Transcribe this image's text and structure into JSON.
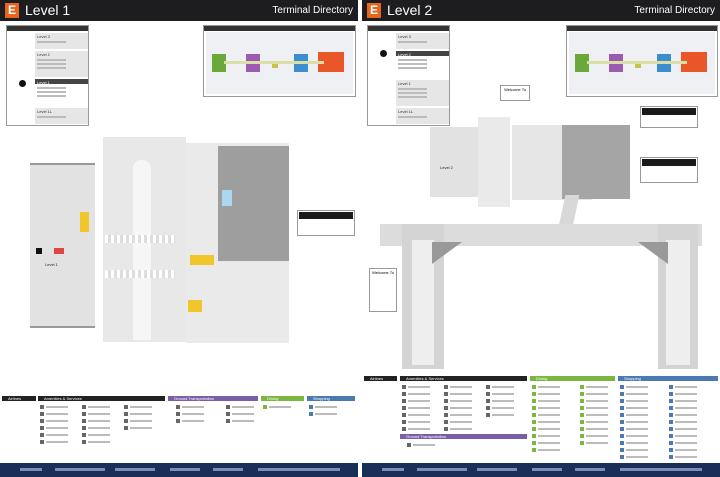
{
  "panels": [
    {
      "level": "Level 1",
      "title": "Terminal Directory",
      "logo": "E"
    },
    {
      "level": "Level 2",
      "title": "Terminal Directory",
      "logo": "E"
    }
  ],
  "directory": {
    "levels": [
      "Level 3",
      "Level 2",
      "Level 1",
      "Level 1L"
    ]
  },
  "map_labels": {
    "level1": "Level 1",
    "level2": "Level 2",
    "welcome": "Welcome To"
  },
  "legend": {
    "airlines": "Airlines",
    "amenities": "Amenities & Services",
    "ground": "Ground Transportation",
    "dining": "Dining",
    "shopping": "Shopping"
  },
  "colors": {
    "header": "#1d1d1f",
    "logo": "#e8651f",
    "ground": "#7b5ea8",
    "dining": "#7ab640",
    "shopping": "#4a7ab0",
    "footer": "#1a2f57"
  }
}
